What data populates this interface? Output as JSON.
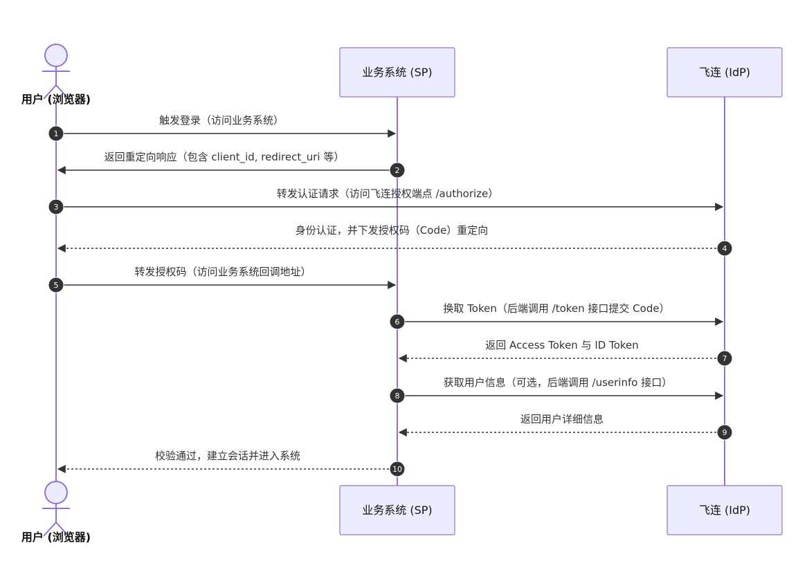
{
  "participants": {
    "user": {
      "label": "用户 (浏览器)"
    },
    "sp": {
      "label": "业务系统 (SP)"
    },
    "idp": {
      "label": "飞连 (IdP)"
    }
  },
  "messages": [
    {
      "num": "1",
      "text": "触发登录（访问业务系统）",
      "style": "solid"
    },
    {
      "num": "2",
      "text": "返回重定向响应（包含 client_id, redirect_uri 等）",
      "style": "solid"
    },
    {
      "num": "3",
      "text": "转发认证请求（访问飞连授权端点 /authorize）",
      "style": "solid"
    },
    {
      "num": "4",
      "text": "身份认证，并下发授权码（Code）重定向",
      "style": "dashed"
    },
    {
      "num": "5",
      "text": "转发授权码（访问业务系统回调地址）",
      "style": "solid"
    },
    {
      "num": "6",
      "text": "换取 Token（后端调用 /token 接口提交 Code）",
      "style": "solid"
    },
    {
      "num": "7",
      "text": "返回 Access Token 与 ID Token",
      "style": "dashed"
    },
    {
      "num": "8",
      "text": "获取用户信息（可选，后端调用 /userinfo 接口）",
      "style": "solid"
    },
    {
      "num": "9",
      "text": "返回用户详细信息",
      "style": "dashed"
    },
    {
      "num": "10",
      "text": "校验通过，建立会话并进入系统",
      "style": "dashed"
    }
  ]
}
